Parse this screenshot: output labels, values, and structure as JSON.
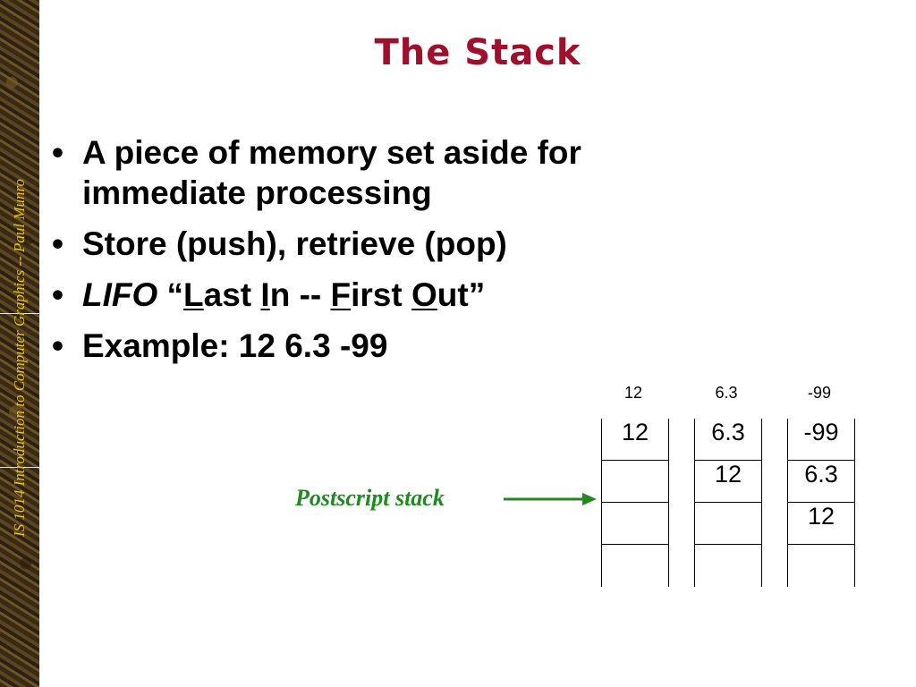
{
  "sidebar": {
    "text": "IS 1014  Introduction to Computer Graphics -- Paul Munro"
  },
  "title": "The Stack",
  "bullets": [
    {
      "text": "A piece of memory set aside for immediate processing"
    },
    {
      "text": "Store (push), retrieve (pop)"
    },
    {
      "lifo": "LIFO",
      "open_quote": "“",
      "L": "L",
      "ast": "ast ",
      "I": "I",
      "n": "n -- ",
      "F": "F",
      "irst": "irst ",
      "O": "O",
      "ut": "ut”"
    },
    {
      "text": "Example: 12  6.3  -99"
    }
  ],
  "bullet_symbol": "•",
  "stacks": [
    {
      "header": "12",
      "cells": [
        "12",
        "",
        "",
        ""
      ]
    },
    {
      "header": "6.3",
      "cells": [
        "6.3",
        "12",
        "",
        ""
      ]
    },
    {
      "header": "-99",
      "cells": [
        "-99",
        "6.3",
        "12",
        ""
      ]
    }
  ],
  "postscript_label": "Postscript stack",
  "colors": {
    "title": "#a0102c",
    "sidebar_text": "#e8c21c",
    "label": "#1f8a1f"
  }
}
